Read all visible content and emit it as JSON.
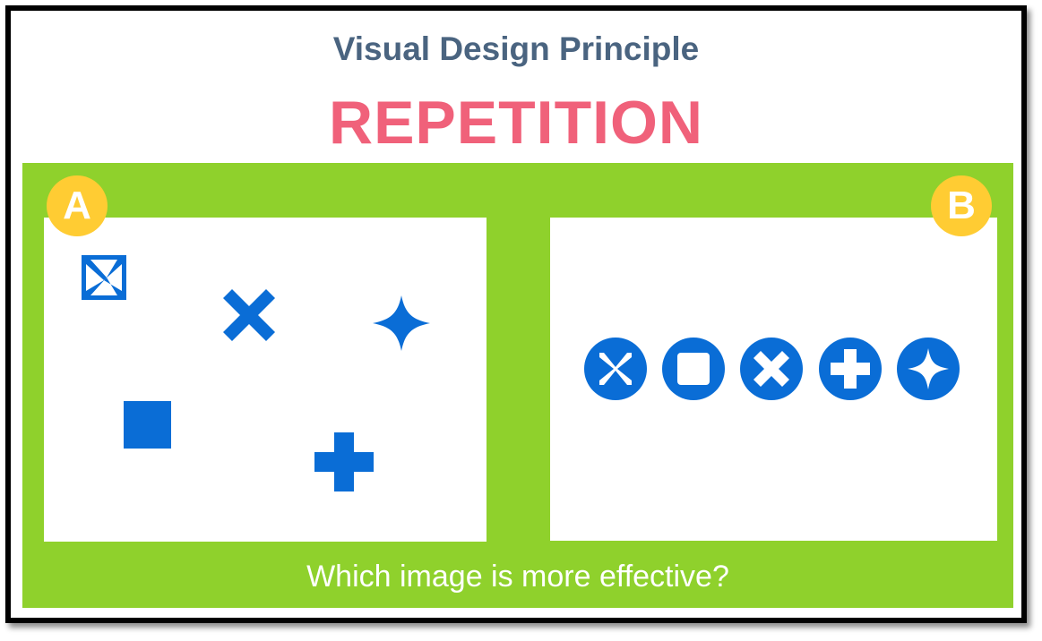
{
  "header": {
    "subtitle": "Visual Design Principle",
    "title": "REPETITION"
  },
  "panels": {
    "a": {
      "label": "A"
    },
    "b": {
      "label": "B"
    }
  },
  "question": "Which image is more effective?",
  "icons": {
    "panel_a": [
      "maltese-cross-icon",
      "x-icon",
      "four-point-star-icon",
      "square-icon",
      "plus-icon"
    ],
    "panel_b": [
      "maltese-cross-circle-icon",
      "square-circle-icon",
      "x-circle-icon",
      "plus-circle-icon",
      "star-circle-icon"
    ]
  },
  "colors": {
    "subtitle": "#4a6480",
    "title": "#f0617a",
    "background": "#8fd12c",
    "icon": "#0a6dd6",
    "badge": "#ffcc33"
  }
}
